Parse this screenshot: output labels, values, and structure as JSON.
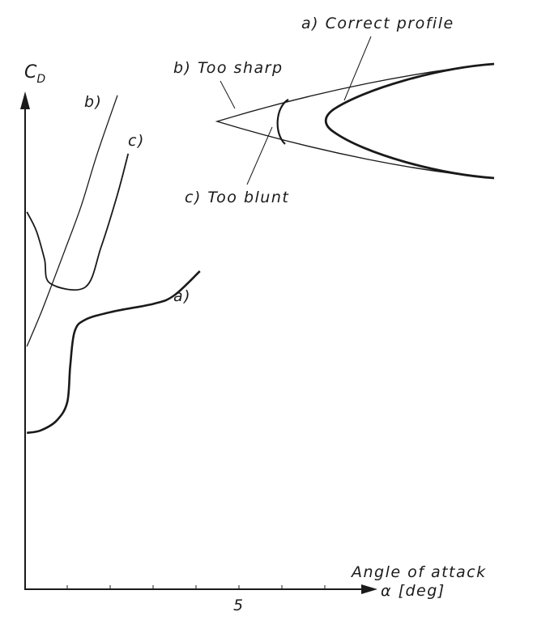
{
  "chart_data": {
    "type": "line",
    "title": "",
    "ylabel": "C",
    "ylabel_subscript": "D",
    "xlabel_line1": "Angle of attack",
    "xlabel_line2": "α [deg]",
    "xlim": [
      0,
      8.2
    ],
    "ylim": [
      0,
      10.2
    ],
    "x_ticks": [
      1,
      2,
      3,
      4,
      5,
      6,
      7
    ],
    "x_tick_labels": [
      {
        "value": 5,
        "label": "5"
      }
    ],
    "grid": false,
    "series": [
      {
        "name": "a)",
        "label": "a)",
        "stroke": 2.6,
        "points": [
          [
            0.06,
            3.22
          ],
          [
            0.38,
            3.27
          ],
          [
            0.75,
            3.47
          ],
          [
            1.0,
            3.85
          ],
          [
            1.07,
            4.6
          ],
          [
            1.17,
            5.3
          ],
          [
            1.42,
            5.55
          ],
          [
            2.08,
            5.72
          ],
          [
            3.02,
            5.88
          ],
          [
            3.49,
            6.05
          ],
          [
            4.09,
            6.55
          ]
        ]
      },
      {
        "name": "b)",
        "label": "b)",
        "stroke": 1.3,
        "points": [
          [
            0.06,
            5.0
          ],
          [
            0.38,
            5.67
          ],
          [
            0.62,
            6.22
          ],
          [
            0.94,
            6.97
          ],
          [
            1.32,
            7.88
          ],
          [
            1.7,
            8.97
          ],
          [
            2.17,
            10.17
          ]
        ]
      },
      {
        "name": "c)",
        "label": "c)",
        "stroke": 1.8,
        "points": [
          [
            0.06,
            7.77
          ],
          [
            0.28,
            7.38
          ],
          [
            0.47,
            6.8
          ],
          [
            0.6,
            6.3
          ],
          [
            1.42,
            6.22
          ],
          [
            1.79,
            7.05
          ],
          [
            2.17,
            8.13
          ],
          [
            2.42,
            8.97
          ]
        ]
      }
    ]
  },
  "inset": {
    "profile_a": "a) Correct profile",
    "profile_b": "b) Too sharp",
    "profile_c": "c) Too blunt"
  }
}
